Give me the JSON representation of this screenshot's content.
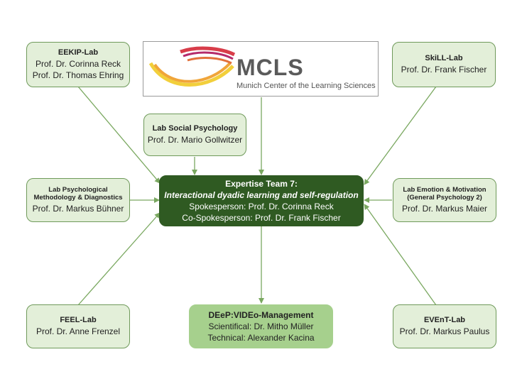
{
  "logo": {
    "word": "MCLS",
    "subtitle": "Munich Center of the Learning Sciences"
  },
  "center": {
    "title": "Expertise Team 7:",
    "subtitle": "Interactional dyadic learning and self-regulation",
    "spokesperson": "Spokesperson: Prof. Dr. Corinna Reck",
    "co_spokesperson": "Co-Spokesperson: Prof. Dr. Frank Fischer"
  },
  "nodes": {
    "eekip": {
      "title": "EEKIP-Lab",
      "line1": "Prof. Dr. Corinna Reck",
      "line2": "Prof. Dr. Thomas Ehring"
    },
    "skill": {
      "title": "SkiLL-Lab",
      "line1": "Prof. Dr. Frank Fischer"
    },
    "social": {
      "title": "Lab Social Psychology",
      "line1": "Prof. Dr. Mario Gollwitzer"
    },
    "methodology": {
      "title1": "Lab Psychological",
      "title2": "Methodology & Diagnostics",
      "line1": "Prof. Dr. Markus Bühner"
    },
    "emotion": {
      "title1": "Lab Emotion & Motivation",
      "title2": "(General Psychology 2)",
      "line1": "Prof. Dr. Markus Maier"
    },
    "feel": {
      "title": "FEEL-Lab",
      "line1": "Prof. Dr. Anne Frenzel"
    },
    "deep": {
      "title": "DEeP:VIDEo-Management",
      "line1": "Scientifical: Dr. Mitho Müller",
      "line2": "Technical: Alexander Kacina"
    },
    "event": {
      "title": "EVEnT-Lab",
      "line1": "Prof. Dr. Markus Paulus"
    }
  },
  "colors": {
    "node_fill": "#e3efd9",
    "node_border": "#6f9a5a",
    "center_fill": "#2f5a22",
    "deep_fill": "#a6d08d",
    "connector": "#7aa860"
  }
}
